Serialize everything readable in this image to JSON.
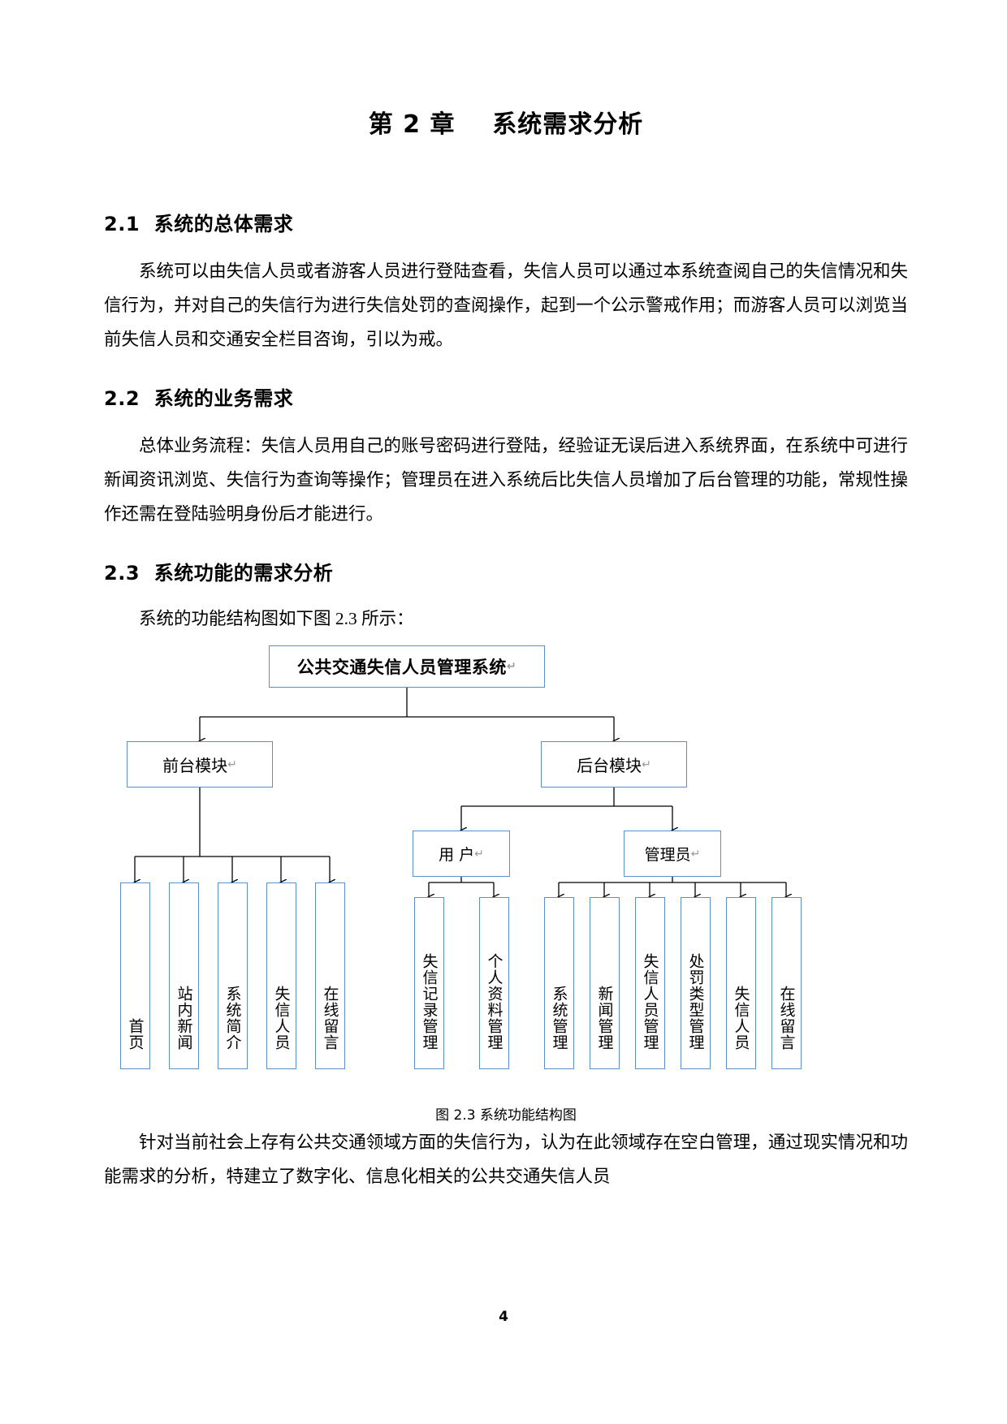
{
  "document": {
    "chapter_title": "第 2 章    系统需求分析",
    "page_number": "4"
  },
  "sections": [
    {
      "heading": "2.1  系统的总体需求",
      "paragraph": "系统可以由失信人员或者游客人员进行登陆查看，失信人员可以通过本系统查阅自己的失信情况和失信行为，并对自己的失信行为进行失信处罚的查阅操作，起到一个公示警戒作用；而游客人员可以浏览当前失信人员和交通安全栏目咨询，引以为戒。"
    },
    {
      "heading": "2.2  系统的业务需求",
      "paragraph": "总体业务流程：失信人员用自己的账号密码进行登陆，经验证无误后进入系统界面，在系统中可进行新闻资讯浏览、失信行为查询等操作；管理员在进入系统后比失信人员增加了后台管理的功能，常规性操作还需在登陆验明身份后才能进行。"
    },
    {
      "heading": "2.3  系统功能的需求分析",
      "paragraph": "系统的功能结构图如下图 2.3 所示：",
      "closing_paragraph": "针对当前社会上存有公共交通领域方面的失信行为，认为在此领域存在空白管理，通过现实情况和功能需求的分析，特建立了数字化、信息化相关的公共交通失信人员"
    }
  ],
  "figure": {
    "caption": "图 2.3 系统功能结构图",
    "border_color": "#5b8fd0",
    "pilcrow": "↵",
    "root": {
      "label": "公共交通失信人员管理系统"
    },
    "branches": [
      {
        "label": "前台模块"
      },
      {
        "label": "后台模块"
      }
    ],
    "subgroups": [
      {
        "label": "用 户"
      },
      {
        "label": "管理员"
      }
    ],
    "frontend_leaves": [
      {
        "label": "首页"
      },
      {
        "label": "站内新闻"
      },
      {
        "label": "系统简介"
      },
      {
        "label": "失信人员"
      },
      {
        "label": "在线留言"
      }
    ],
    "user_leaves": [
      {
        "label": "失信记录管理"
      },
      {
        "label": "个人资料管理"
      }
    ],
    "admin_leaves": [
      {
        "label": "系统管理"
      },
      {
        "label": "新闻管理"
      },
      {
        "label": "失信人员管理"
      },
      {
        "label": "处罚类型管理"
      },
      {
        "label": "失信人员"
      },
      {
        "label": "在线留言"
      }
    ]
  }
}
